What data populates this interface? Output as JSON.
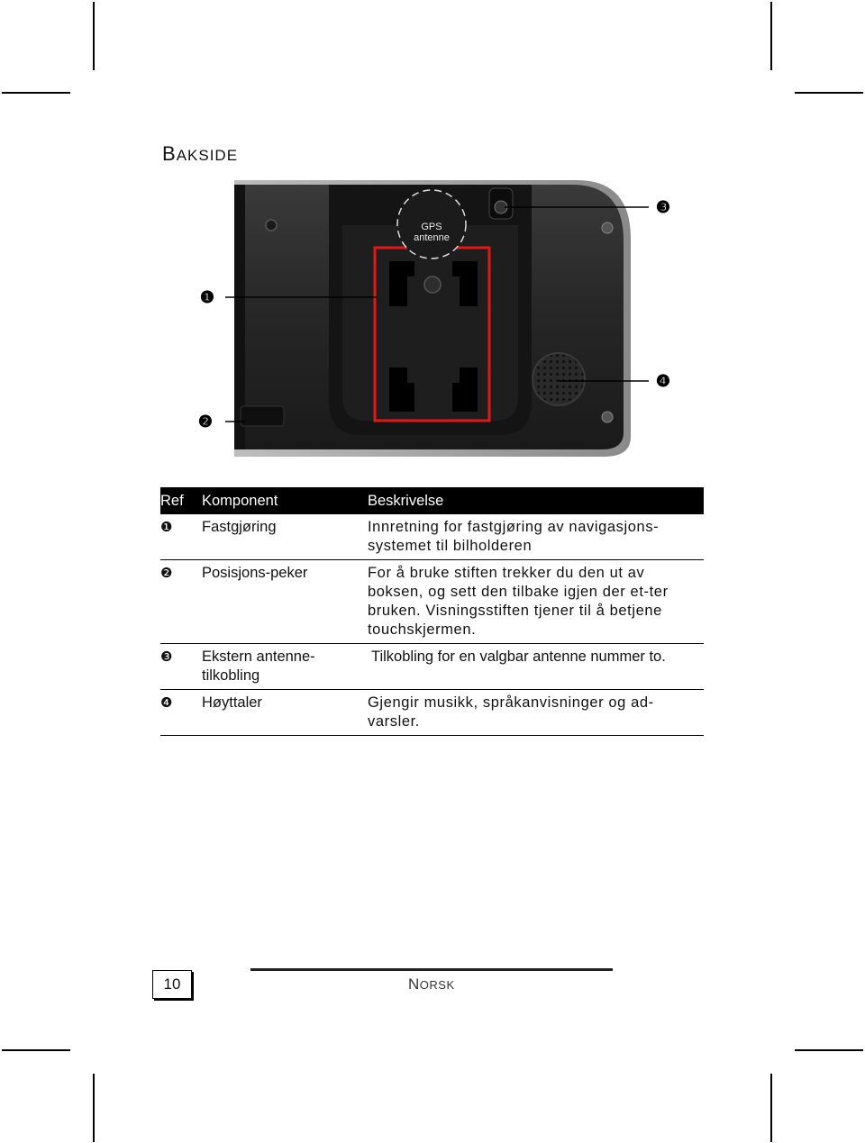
{
  "section": {
    "title_first": "B",
    "title_rest": "AKSIDE"
  },
  "figure": {
    "gps_label_line1": "GPS",
    "gps_label_line2": "antenne",
    "callouts": [
      "❶",
      "❷",
      "❸",
      "❹"
    ]
  },
  "table": {
    "headers": [
      "Ref",
      "Komponent",
      "Beskrivelse"
    ],
    "rows": [
      {
        "ref": "❶",
        "component": "Fastgjøring",
        "description": "Innretning for fastgjøring av navigasjons-systemet til bilholderen"
      },
      {
        "ref": "❷",
        "component": "Posisjons-peker",
        "description": "For å bruke stiften trekker du den ut av boksen, og sett den tilbake igjen der et-ter bruken. Visningsstiften tjener til å betjene touchskjermen."
      },
      {
        "ref": "❸",
        "component": "Ekstern antenne-tilkobling",
        "description": "Tilkobling for en valgbar antenne nummer to."
      },
      {
        "ref": "❹",
        "component": "Høyttaler",
        "description": "Gjengir musikk, språkanvisninger og ad-varsler."
      }
    ]
  },
  "footer": {
    "page_number": "10",
    "language_first": "N",
    "language_rest": "ORSK"
  }
}
